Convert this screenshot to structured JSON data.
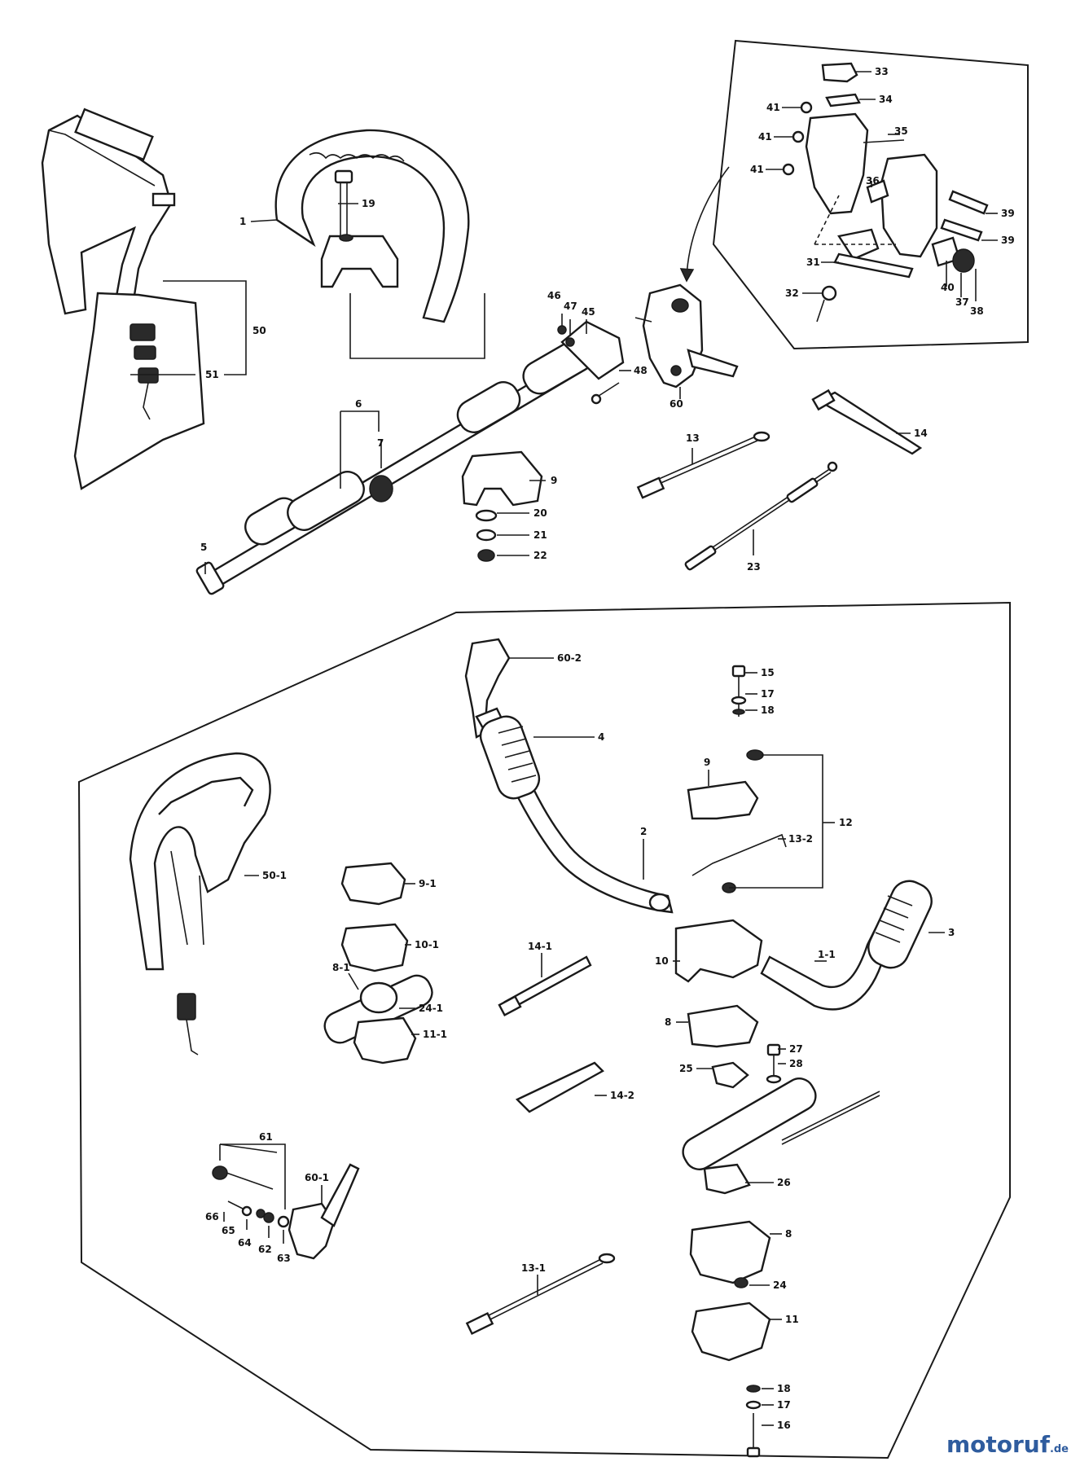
{
  "callouts": [
    {
      "id": "c1",
      "label": "1"
    },
    {
      "id": "c19",
      "label": "19"
    },
    {
      "id": "c50",
      "label": "50"
    },
    {
      "id": "c51",
      "label": "51"
    },
    {
      "id": "c6",
      "label": "6"
    },
    {
      "id": "c7",
      "label": "7"
    },
    {
      "id": "c5",
      "label": "5"
    },
    {
      "id": "c9",
      "label": "9"
    },
    {
      "id": "c20",
      "label": "20"
    },
    {
      "id": "c21",
      "label": "21"
    },
    {
      "id": "c22",
      "label": "22"
    },
    {
      "id": "c46",
      "label": "46"
    },
    {
      "id": "c47",
      "label": "47"
    },
    {
      "id": "c45",
      "label": "45"
    },
    {
      "id": "c48",
      "label": "48"
    },
    {
      "id": "c60",
      "label": "60"
    },
    {
      "id": "c13",
      "label": "13"
    },
    {
      "id": "c14",
      "label": "14"
    },
    {
      "id": "c23",
      "label": "23"
    },
    {
      "id": "c33",
      "label": "33"
    },
    {
      "id": "c34",
      "label": "34"
    },
    {
      "id": "c41a",
      "label": "41"
    },
    {
      "id": "c41b",
      "label": "41"
    },
    {
      "id": "c41c",
      "label": "41"
    },
    {
      "id": "c35",
      "label": "35"
    },
    {
      "id": "c36",
      "label": "36"
    },
    {
      "id": "c39a",
      "label": "39"
    },
    {
      "id": "c39b",
      "label": "39"
    },
    {
      "id": "c31",
      "label": "31"
    },
    {
      "id": "c32",
      "label": "32"
    },
    {
      "id": "c40",
      "label": "40"
    },
    {
      "id": "c37",
      "label": "37"
    },
    {
      "id": "c38",
      "label": "38"
    },
    {
      "id": "c60-2",
      "label": "60-2"
    },
    {
      "id": "c4",
      "label": "4"
    },
    {
      "id": "c15",
      "label": "15"
    },
    {
      "id": "c17a",
      "label": "17"
    },
    {
      "id": "c18a",
      "label": "18"
    },
    {
      "id": "c9b",
      "label": "9"
    },
    {
      "id": "c12",
      "label": "12"
    },
    {
      "id": "c13-2",
      "label": "13-2"
    },
    {
      "id": "c2",
      "label": "2"
    },
    {
      "id": "c3",
      "label": "3"
    },
    {
      "id": "c1-1",
      "label": "1-1"
    },
    {
      "id": "c10",
      "label": "10"
    },
    {
      "id": "c8a",
      "label": "8"
    },
    {
      "id": "c27",
      "label": "27"
    },
    {
      "id": "c28",
      "label": "28"
    },
    {
      "id": "c25",
      "label": "25"
    },
    {
      "id": "c26",
      "label": "26"
    },
    {
      "id": "c8b",
      "label": "8"
    },
    {
      "id": "c24",
      "label": "24"
    },
    {
      "id": "c11",
      "label": "11"
    },
    {
      "id": "c18b",
      "label": "18"
    },
    {
      "id": "c17b",
      "label": "17"
    },
    {
      "id": "c16",
      "label": "16"
    },
    {
      "id": "c50-1",
      "label": "50-1"
    },
    {
      "id": "c9-1",
      "label": "9-1"
    },
    {
      "id": "c10-1",
      "label": "10-1"
    },
    {
      "id": "c8-1",
      "label": "8-1"
    },
    {
      "id": "c24-1",
      "label": "24-1"
    },
    {
      "id": "c11-1",
      "label": "11-1"
    },
    {
      "id": "c14-1",
      "label": "14-1"
    },
    {
      "id": "c14-2",
      "label": "14-2"
    },
    {
      "id": "c13-1",
      "label": "13-1"
    },
    {
      "id": "c61",
      "label": "61"
    },
    {
      "id": "c60-1",
      "label": "60-1"
    },
    {
      "id": "c66",
      "label": "66"
    },
    {
      "id": "c65",
      "label": "65"
    },
    {
      "id": "c64",
      "label": "64"
    },
    {
      "id": "c62",
      "label": "62"
    },
    {
      "id": "c63",
      "label": "63"
    }
  ],
  "watermark": {
    "name": "motoruf",
    "tld": ".de"
  }
}
